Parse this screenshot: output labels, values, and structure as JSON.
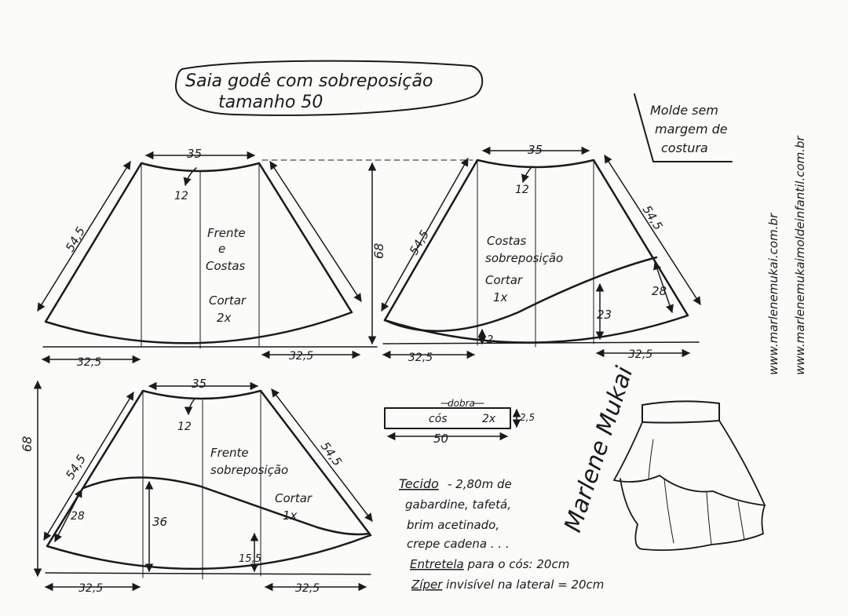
{
  "title": {
    "line1": "Saia godê com sobreposição",
    "line2": "tamanho 50"
  },
  "note": {
    "line1": "Molde sem",
    "line2": "margem de",
    "line3": "costura"
  },
  "websites": {
    "site1": "www.marlenemukai.com.br",
    "site2": "www.marlenemukaimoldeinfantil.com.br"
  },
  "pieces": {
    "front_back": {
      "waist": "35",
      "drop": "12",
      "side_left": "54,5",
      "hem_left": "32,5",
      "hem_right": "32,5",
      "label_l1": "Frente",
      "label_l2": "e",
      "label_l3": "Costas",
      "cut_l1": "Cortar",
      "cut_l2": "2x"
    },
    "length": {
      "value": "68"
    },
    "back_overlay": {
      "waist": "35",
      "drop": "12",
      "side_left": "54,5",
      "side_right": "54,5",
      "hem_left": "32,5",
      "hem_right": "32,5",
      "h_inner": "23",
      "h_outer": "28",
      "h_low": "2",
      "label_l1": "Costas",
      "label_l2": "sobreposição",
      "cut_l1": "Cortar",
      "cut_l2": "1x"
    },
    "front_overlay": {
      "waist": "35",
      "drop": "12",
      "length": "68",
      "side_left": "54,5",
      "side_right": "54,5",
      "hem_left": "32,5",
      "hem_right": "32,5",
      "h_left": "28",
      "h_mid": "36",
      "h_right": "15,5",
      "label_l1": "Frente",
      "label_l2": "sobreposição",
      "cut_l1": "Cortar",
      "cut_l2": "1x"
    },
    "waistband": {
      "fold": "dobra",
      "name": "cós",
      "cut": "2x",
      "width": "50",
      "height": "2,5"
    }
  },
  "fabric": {
    "heading": "Tecido",
    "line1": "2,80m de",
    "line2": "gabardine, tafetá,",
    "line3": "brim acetinado,",
    "line4": "crepe cadena . . .",
    "line5_label": "Entretela",
    "line5_rest": "para o cós: 20cm",
    "line6_label": "Zíper",
    "line6_rest": "invisível na lateral = 20cm"
  },
  "signature": "Marlene Mukai"
}
